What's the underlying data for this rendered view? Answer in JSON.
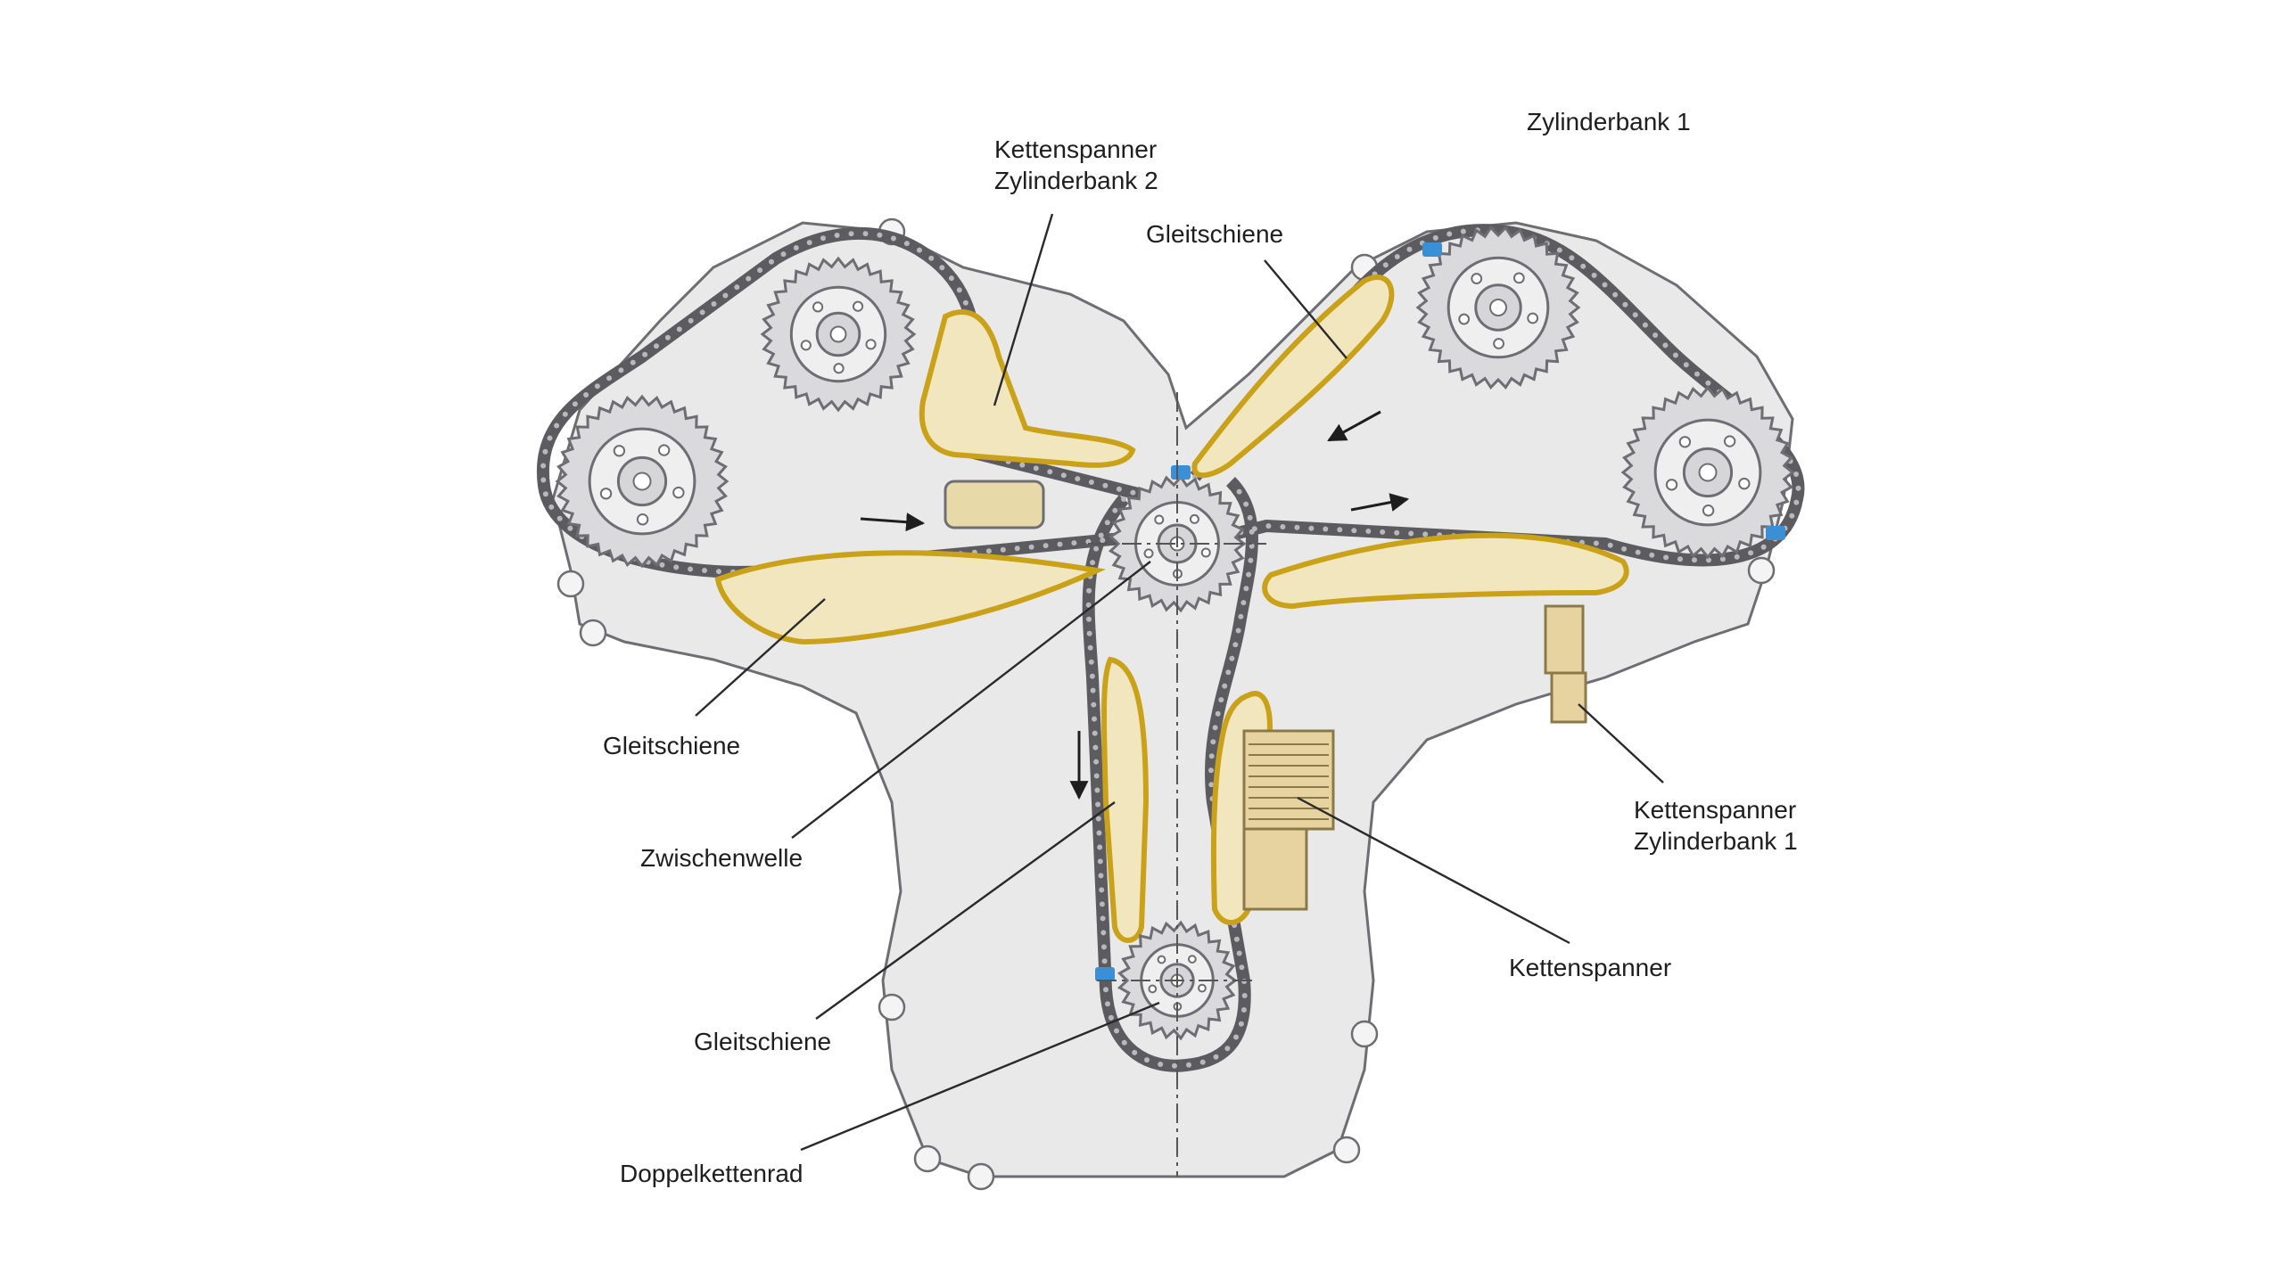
{
  "labels": {
    "zylinderbank_1": "Zylinderbank 1",
    "kettenspanner_zb2_line1": "Kettenspanner",
    "kettenspanner_zb2_line2": "Zylinderbank 2",
    "gleitschiene_top": "Gleitschiene",
    "gleitschiene_left": "Gleitschiene",
    "zwischenwelle": "Zwischenwelle",
    "kettenspanner_zb1_line1": "Kettenspanner",
    "kettenspanner_zb1_line2": "Zylinderbank 1",
    "kettenspanner": "Kettenspanner",
    "gleitschiene_bottom": "Gleitschiene",
    "doppelkettenrad": "Doppelkettenrad"
  },
  "colors": {
    "housing_fill": "#e9e9ea",
    "housing_stroke": "#6e6e72",
    "chain": "#5c5c60",
    "chain_link": "#b9b9bc",
    "rail_fill": "#f2e6bf",
    "rail_stroke": "#c9a21a",
    "connector_blue": "#3a8fd6",
    "leader_line": "#2a2a2a"
  },
  "icons": [
    "sprocket-icon",
    "arrow-icon"
  ]
}
